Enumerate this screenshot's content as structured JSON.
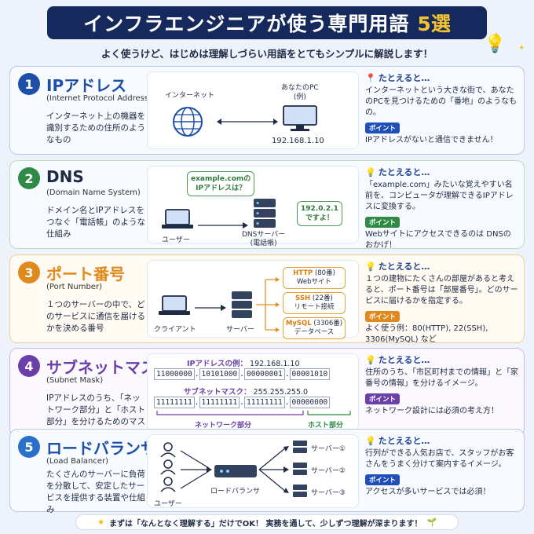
{
  "header": {
    "title": "インフラエンジニアが使う専門用語",
    "title_accent": "5選",
    "subtitle": "よく使うけど、はじめは理解しづらい用語をとてもシンプルに解説します！"
  },
  "terms": [
    {
      "number": "1",
      "name": "IPアドレス",
      "full": "(Internet Protocol Address)",
      "desc": "インターネット上の機器を識別するための住所のようなもの",
      "color": "#1e4fa8",
      "illus": {
        "left_label": "インターネット",
        "right_label": "あなたのPC\n(例)",
        "ip": "192.168.1.10"
      },
      "example_head": "たとえると…",
      "example": "インターネットという大きな街で、あなたのPCを見つけるための「番地」のようなもの。",
      "point_label": "ポイント",
      "point": "IPアドレスがないと通信できません！"
    },
    {
      "number": "2",
      "name": "DNS",
      "full": "(Domain Name System)",
      "desc": "ドメイン名とIPアドレスをつなぐ「電話帳」のような仕組み",
      "color": "#2f8a45",
      "illus": {
        "question": "example.comの\nIPアドレスは？",
        "answer": "192.0.2.1\nですよ！",
        "user": "ユーザー",
        "server": "DNSサーバー\n(電話帳)"
      },
      "example_head": "たとえると…",
      "example": "「example.com」みたいな覚えやすい名前を、コンピュータが理解できるIPアドレスに変換する。",
      "point_label": "ポイント",
      "point": "Webサイトにアクセスできるのは DNSのおかげ！"
    },
    {
      "number": "3",
      "name": "ポート番号",
      "full": "(Port Number)",
      "desc": "１つのサーバーの中で、どのサービスに通信を届けるかを決める番号",
      "color": "#e08a1e",
      "illus": {
        "client": "クライアント",
        "server": "サーバー",
        "ports": [
          {
            "name": "HTTP",
            "num": "(80番)",
            "service": "Webサイト"
          },
          {
            "name": "SSH",
            "num": "(22番)",
            "service": "リモート接続"
          },
          {
            "name": "MySQL",
            "num": "(3306番)",
            "service": "データベース"
          }
        ]
      },
      "example_head": "たとえると…",
      "example": "１つの建物にたくさんの部屋があると考えると、ポート番号は「部屋番号」。どのサービスに届けるかを指定する。",
      "point_label": "ポイント",
      "point": "よく使う例：80(HTTP), 22(SSH), 3306(MySQL) など"
    },
    {
      "number": "4",
      "name": "サブネットマスク",
      "full": "(Subnet Mask)",
      "desc": "IPアドレスのうち、「ネットワーク部分」と「ホスト部分」を分けるためのマスク",
      "color": "#6a3fa8",
      "illus": {
        "ip_label": "IPアドレスの例：",
        "ip_value": "192.168.1.10",
        "ip_bits": [
          "11000000",
          "10101000",
          "00000001",
          "00001010"
        ],
        "mask_label": "サブネットマスク：",
        "mask_value": "255.255.255.0",
        "mask_bits": [
          "11111111",
          "11111111",
          "11111111",
          "00000000"
        ],
        "network_part": "ネットワーク部分",
        "host_part": "ホスト部分"
      },
      "example_head": "たとえると…",
      "example": "住所のうち、「市区町村までの情報」と「家番号の情報」を分けるイメージ。",
      "point_label": "ポイント",
      "point": "ネットワーク設計には必須の考え方！"
    },
    {
      "number": "5",
      "name": "ロードバランサ",
      "full": "(Load Balancer)",
      "desc": "たくさんのサーバーに負荷を分散して、安定したサービスを提供する装置や仕組み",
      "color": "#2a6fc9",
      "illus": {
        "users": "ユーザー",
        "lb": "ロードバランサ",
        "servers": [
          "サーバー①",
          "サーバー②",
          "サーバー③"
        ]
      },
      "example_head": "たとえると…",
      "example": "行列ができる人気お店で、スタッフがお客さんをうまく分けて案内するイメージ。",
      "point_label": "ポイント",
      "point": "アクセスが多いサービスでは必須！"
    }
  ],
  "footer": "まずは「なんとなく理解する」だけでOK！ 実務を通して、少しずつ理解が深まります！",
  "colors": {
    "navy": "#16295c",
    "accent": "#f4c430"
  }
}
